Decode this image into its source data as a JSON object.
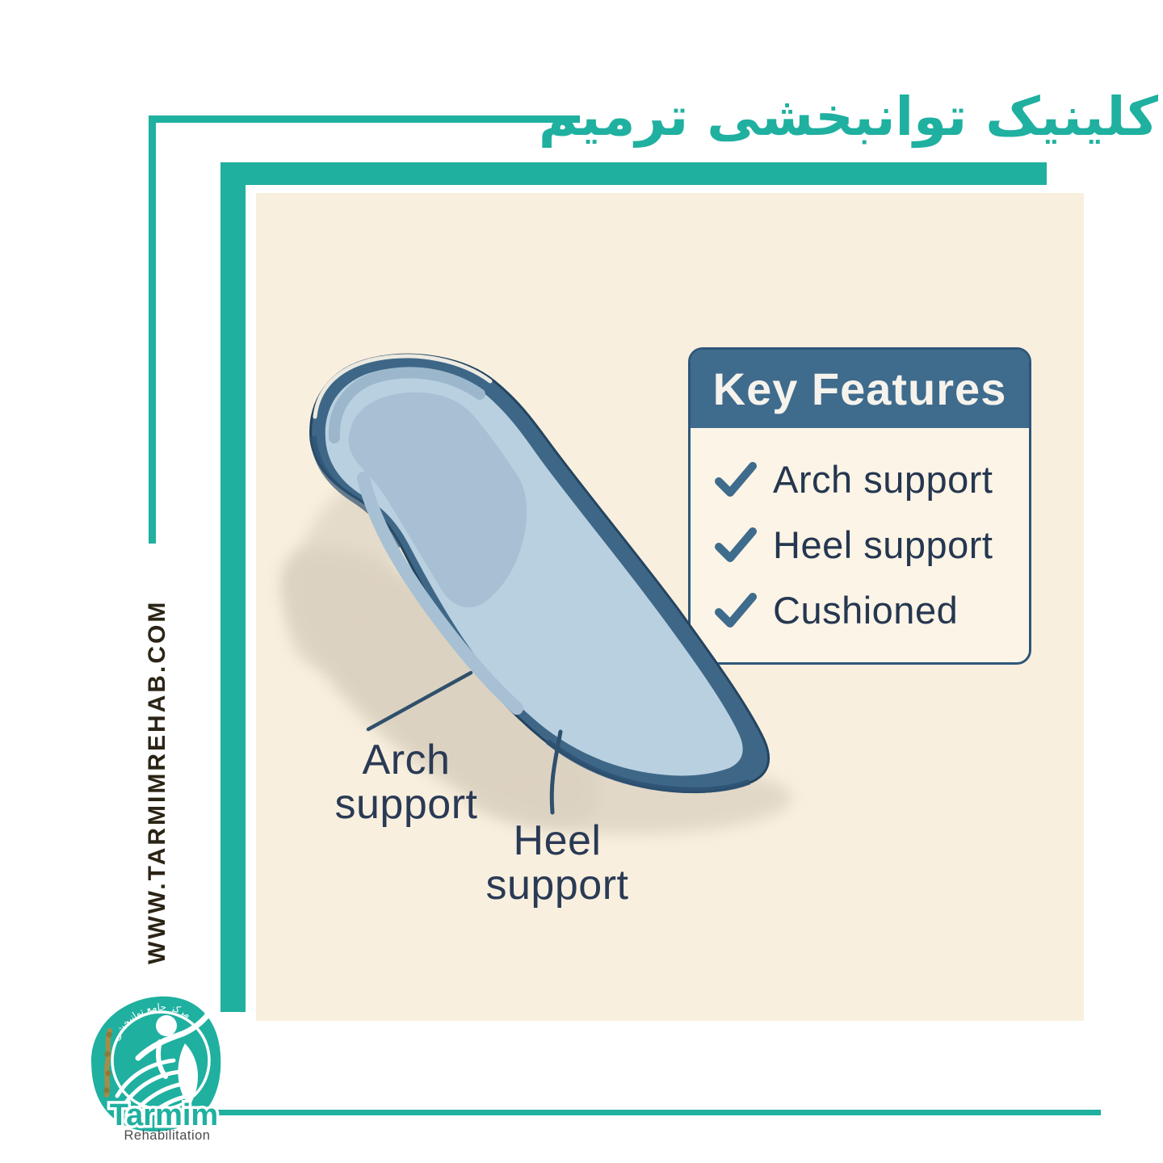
{
  "brand": {
    "title_fa": "کلینیک توانبخشی ترمیم",
    "website": "WWW.TARMIMREHAB.COM",
    "logo": {
      "arc_text_fa": "مرکز جامع توانبخشی",
      "name": "Tarmim",
      "subtitle": "Rehabilitation"
    }
  },
  "card": {
    "title": "Key Features",
    "items": [
      {
        "icon": "checkmark-icon",
        "label": "Arch support"
      },
      {
        "icon": "checkmark-icon",
        "label": "Heel support"
      },
      {
        "icon": "checkmark-icon",
        "label": "Cushioned"
      }
    ]
  },
  "diagram": {
    "subject": "orthopedic insole illustration",
    "callouts": [
      {
        "line1": "Arch",
        "line2": "support"
      },
      {
        "line1": "Heel",
        "line2": "support"
      }
    ]
  },
  "colors": {
    "teal_accent": "#1fb0a0",
    "slate_header": "#3f6b8d",
    "navy_text": "#253750",
    "cream_background": "#f8efde",
    "card_background": "#fcf4e6",
    "card_border": "#2e567a",
    "insole_rim": "#3e6787",
    "insole_surface": "#b9d0e0",
    "insole_contour": "#a7c0d3",
    "shadow": "#d8cebd",
    "website_text": "#2b2416"
  }
}
